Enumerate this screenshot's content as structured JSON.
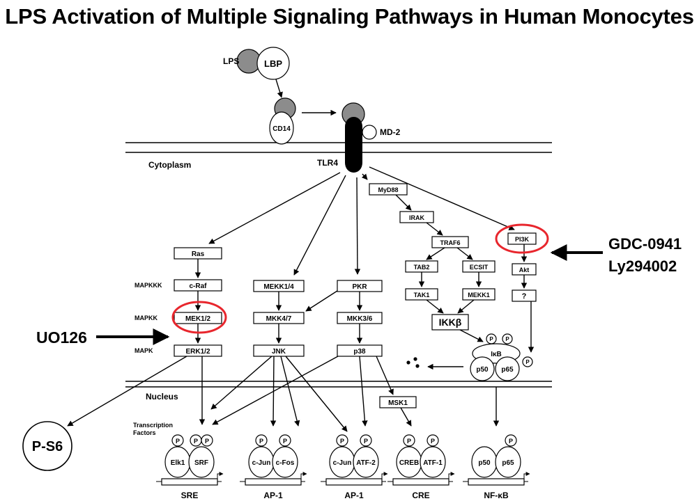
{
  "title": "LPS Activation of Multiple Signaling Pathways in Human Monocytes",
  "labels": {
    "lps": "LPS",
    "lbp": "LBP",
    "cd14": "CD14",
    "md2": "MD-2",
    "tlr4": "TLR4",
    "cytoplasm": "Cytoplasm",
    "nucleus": "Nucleus",
    "mapkkk": "MAPKKK",
    "mapkk": "MAPKK",
    "mapk": "MAPK",
    "transcription_factors_1": "Transcription",
    "transcription_factors_2": "Factors"
  },
  "boxes": {
    "ras": "Ras",
    "craf": "c-Raf",
    "mek12": "MEK1/2",
    "erk12": "ERK1/2",
    "mekk14": "MEKK1/4",
    "mkk47": "MKK4/7",
    "jnk": "JNK",
    "pkr": "PKR",
    "mkk36": "MKK3/6",
    "p38": "p38",
    "myd88": "MyD88",
    "irak": "IRAK",
    "traf6": "TRAF6",
    "tab2": "TAB2",
    "tak1": "TAK1",
    "ecsit": "ECSIT",
    "mekk1": "MEKK1",
    "pi3k": "PI3K",
    "akt": "Akt",
    "unknown": "?",
    "msk1": "MSK1"
  },
  "ikkb": "IKKβ",
  "ikb_complex": {
    "ikb": "IκB",
    "p50": "p50",
    "p65": "p65",
    "p": "P"
  },
  "inhibitors": {
    "uo126": "UO126",
    "gdc": "GDC-0941",
    "ly": "Ly294002"
  },
  "ps6": "P-S6",
  "transcription_factors": [
    {
      "left": "Elk1",
      "right": "SRF",
      "element": "SRE"
    },
    {
      "left": "c-Jun",
      "right": "c-Fos",
      "element": "AP-1"
    },
    {
      "left": "c-Jun",
      "right": "ATF-2",
      "element": "AP-1"
    },
    {
      "left": "CREB",
      "right": "ATF-1",
      "element": "CRE"
    },
    {
      "left": "p50",
      "right": "p65",
      "element": "NF-κB"
    }
  ],
  "colors": {
    "highlight_circle": "#e8262d",
    "receptor": "#000000",
    "lps_ball": "#8c8c8c"
  }
}
